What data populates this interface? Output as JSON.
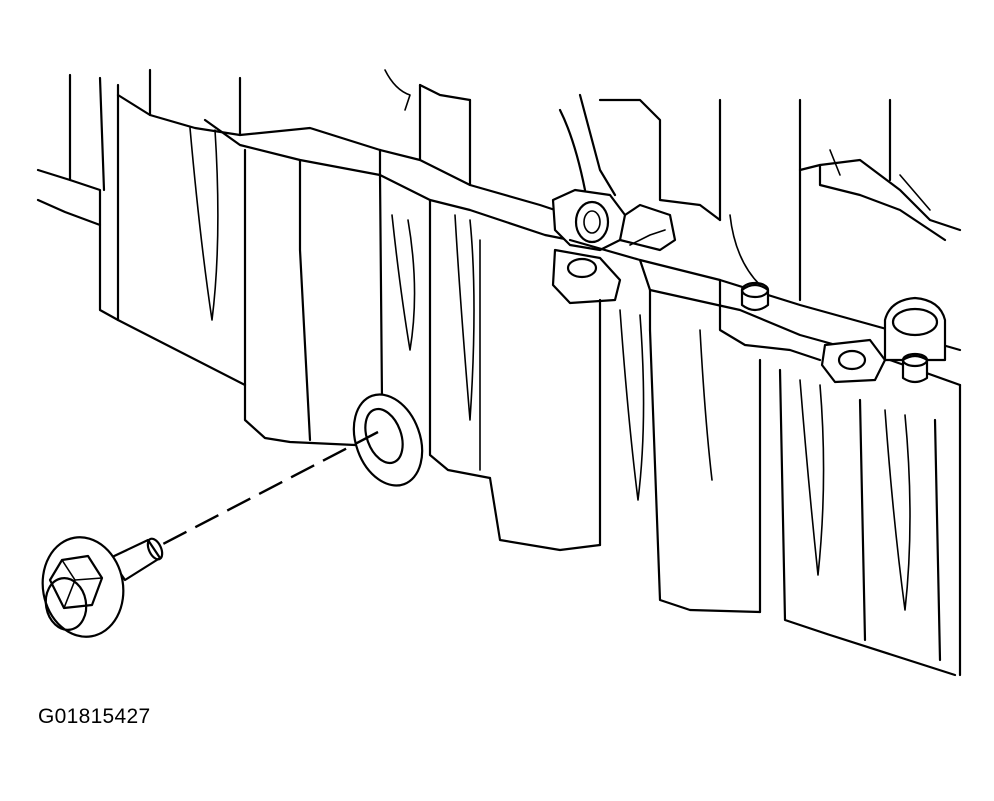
{
  "figure": {
    "id_label": "G01815427"
  },
  "parts": {
    "housing": "oil-pan-housing",
    "fastener": "drain-plug-bolt",
    "washer": "drain-hole-seat"
  },
  "colors": {
    "line": "#000000",
    "background": "#ffffff"
  }
}
